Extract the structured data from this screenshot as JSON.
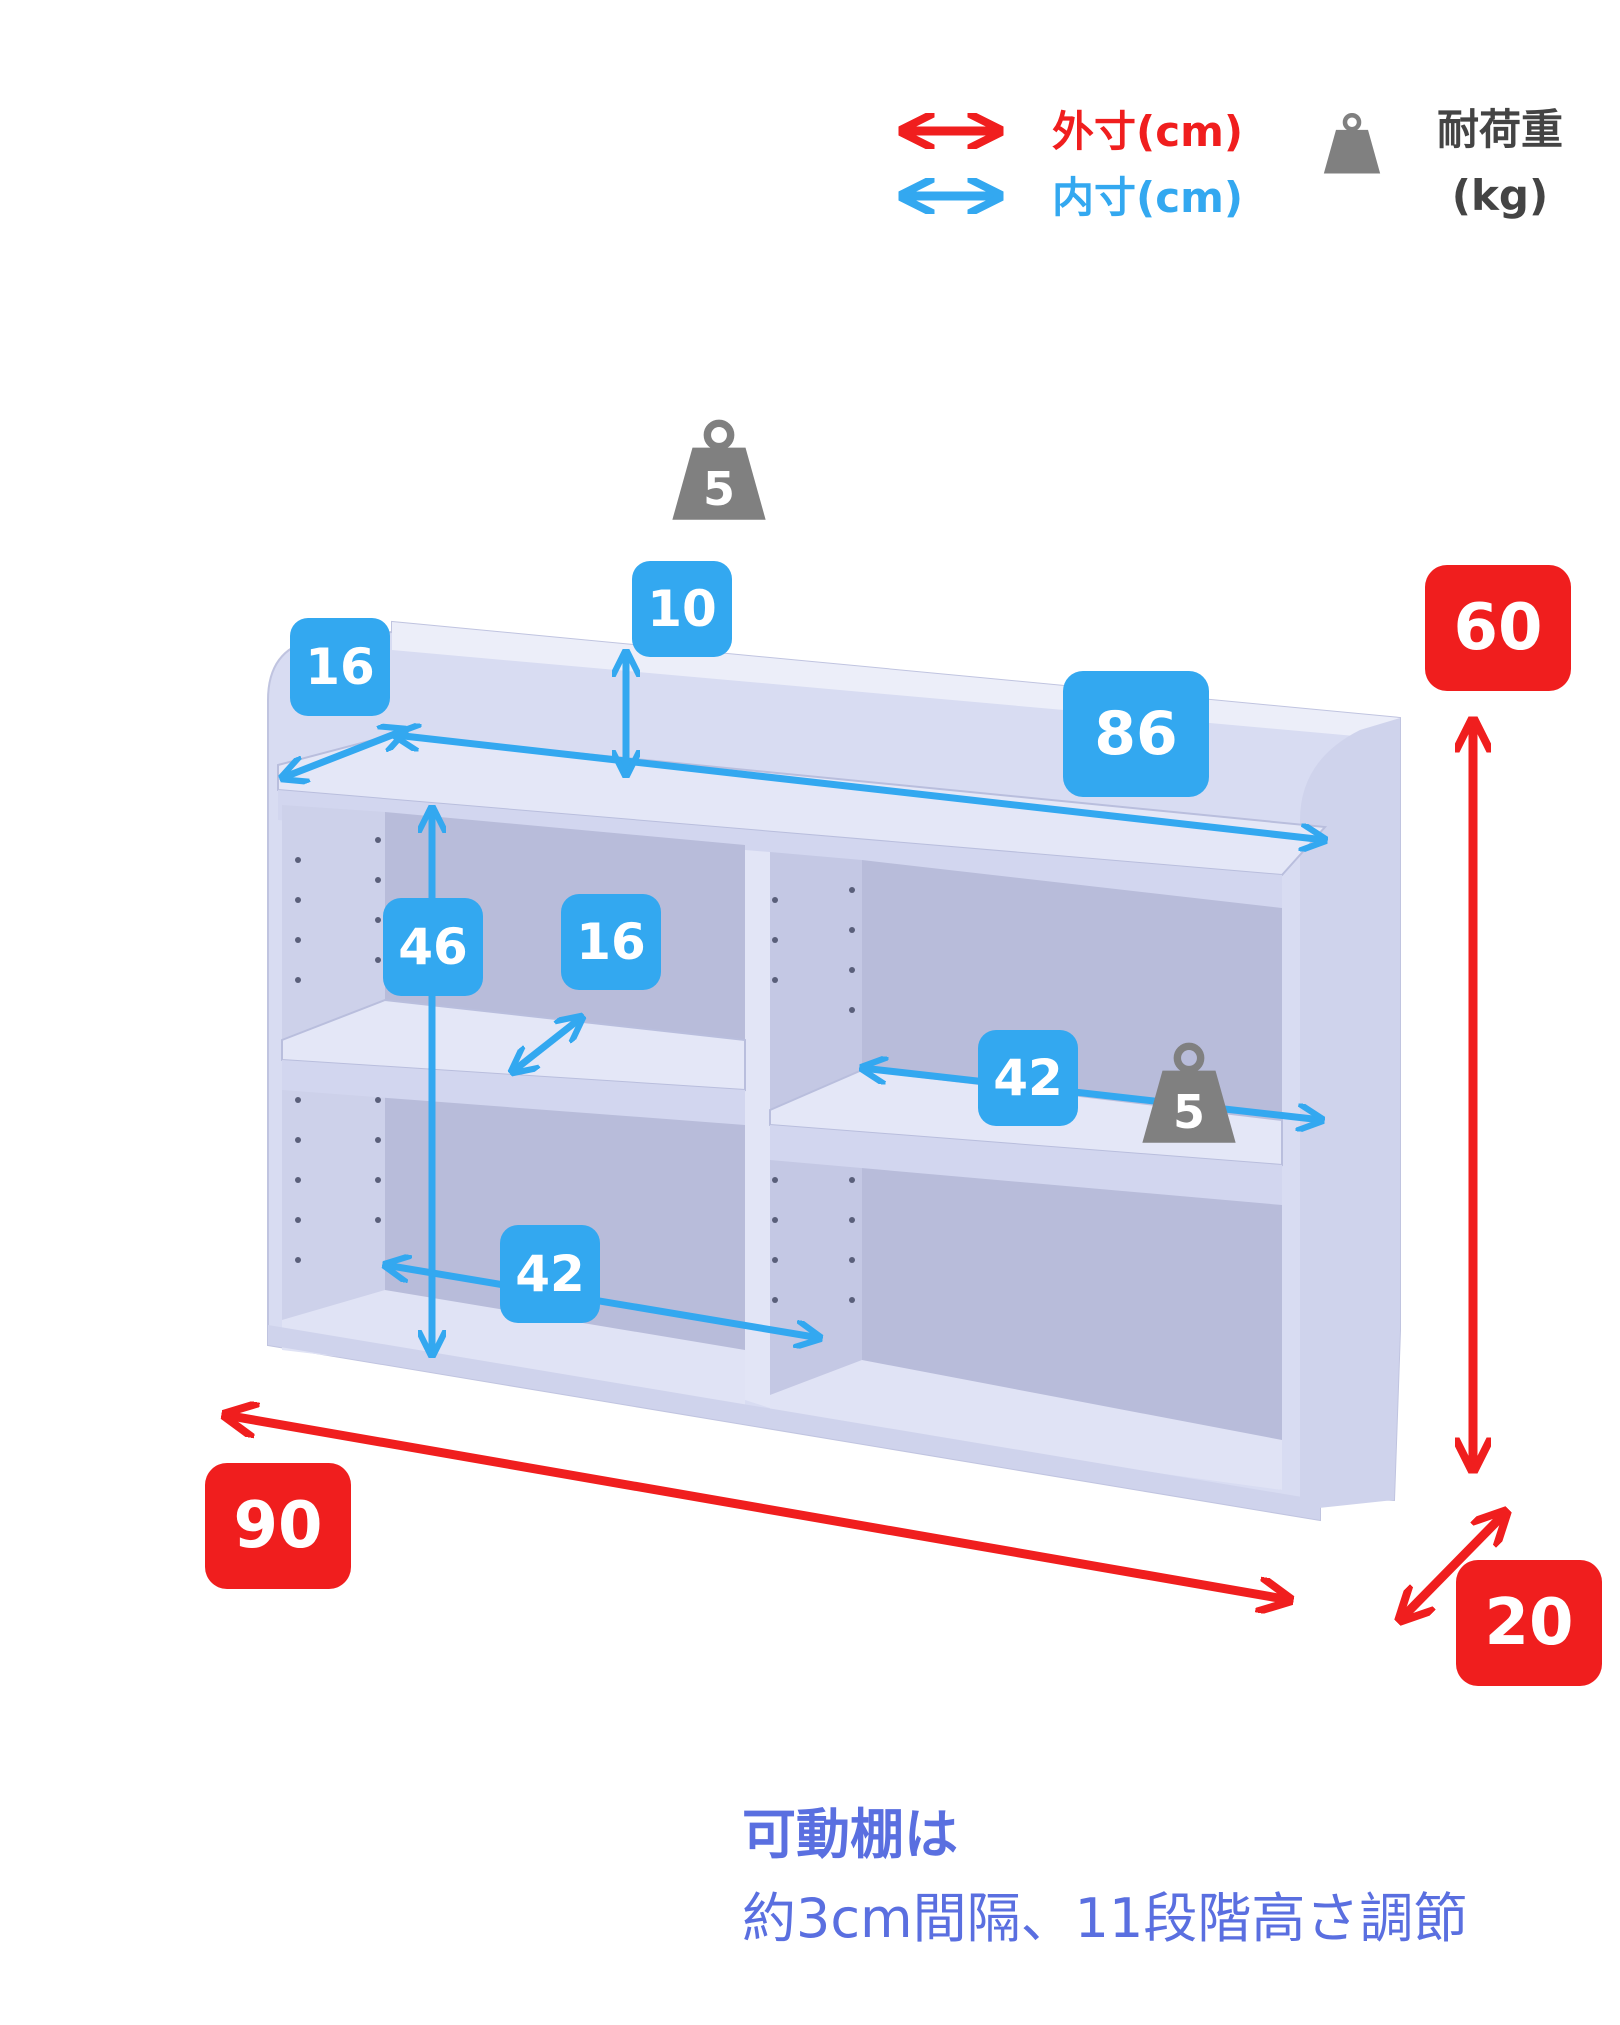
{
  "colors": {
    "outer": "#f01e1e",
    "inner": "#33a8f0",
    "weight": "#808080",
    "note": "#5a6fe0",
    "shelf": "#dcdff5",
    "shelf_shadow": "#b9bedd",
    "back_panel": "#c9cde8"
  },
  "legend": {
    "outer_label": "外寸(cm)",
    "inner_label": "内寸(cm)",
    "load_line1": "耐荷重",
    "load_line2": "(kg)"
  },
  "dimensions": {
    "outer": {
      "width": "90",
      "height": "60",
      "depth": "20"
    },
    "inner": {
      "top_width": "86",
      "top_depth": "16",
      "top_height": "10",
      "compartment_height": "46",
      "compartment_depth": "16",
      "lower_left_width": "42",
      "right_width": "42"
    }
  },
  "load": {
    "top": "5",
    "shelf": "5"
  },
  "note": {
    "title": "可動棚は",
    "body": "約3cm間隔、11段階高さ調節"
  },
  "icons": {
    "weight": "weight-icon",
    "outer_arrow": "double-arrow-icon",
    "inner_arrow": "double-arrow-icon"
  }
}
